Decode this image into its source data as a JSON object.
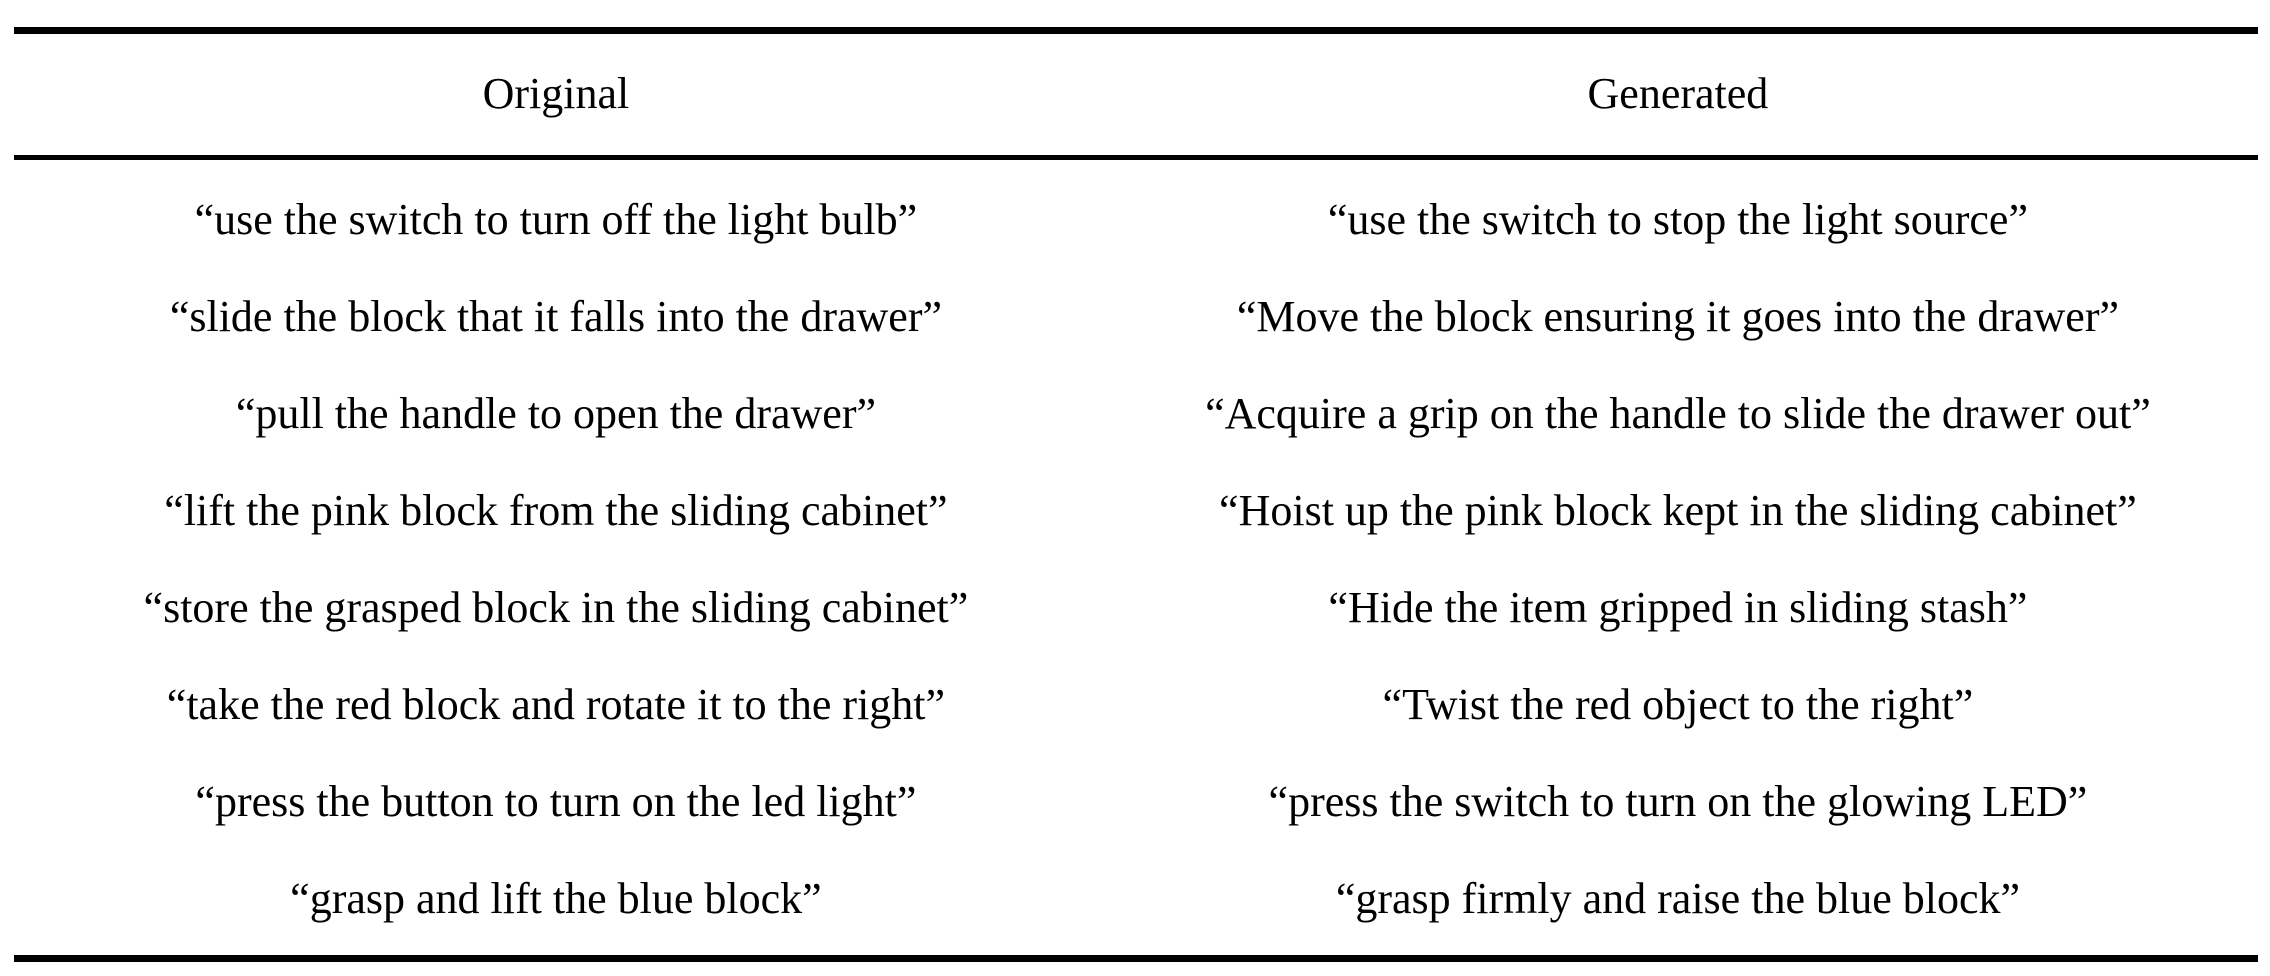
{
  "table": {
    "headers": {
      "original": "Original",
      "generated": "Generated"
    },
    "rows": [
      {
        "original": "“use the switch to turn off the light bulb”",
        "generated": "“use the switch to stop the light source”"
      },
      {
        "original": "“slide the block that it falls into the drawer”",
        "generated": "“Move the block ensuring it goes into the drawer”"
      },
      {
        "original": "“pull the handle to open the drawer”",
        "generated": "“Acquire a grip on the handle to slide the drawer out”"
      },
      {
        "original": "“lift the pink block from the sliding cabinet”",
        "generated": "“Hoist up the pink block kept in the sliding cabinet”"
      },
      {
        "original": "“store the grasped block in the sliding cabinet”",
        "generated": "“Hide the item gripped in sliding stash”"
      },
      {
        "original": "“take the red block and rotate it to the right”",
        "generated": "“Twist the red object to the right”"
      },
      {
        "original": "“press the button to turn on the led light”",
        "generated": "“press the switch to turn on the glowing LED”"
      },
      {
        "original": "“grasp and lift the blue block”",
        "generated": "“grasp firmly and raise the blue block”"
      }
    ],
    "style": {
      "rule_color": "#000000",
      "text_color": "#000000",
      "background": "#ffffff"
    }
  }
}
